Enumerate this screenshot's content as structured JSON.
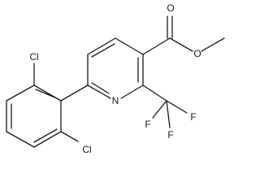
{
  "atoms": {
    "cl_top": "Cl",
    "cl_bottom": "Cl",
    "n": "N",
    "o_carbonyl": "O",
    "o_ester": "O",
    "f1": "F",
    "f2": "F",
    "f3": "F"
  }
}
